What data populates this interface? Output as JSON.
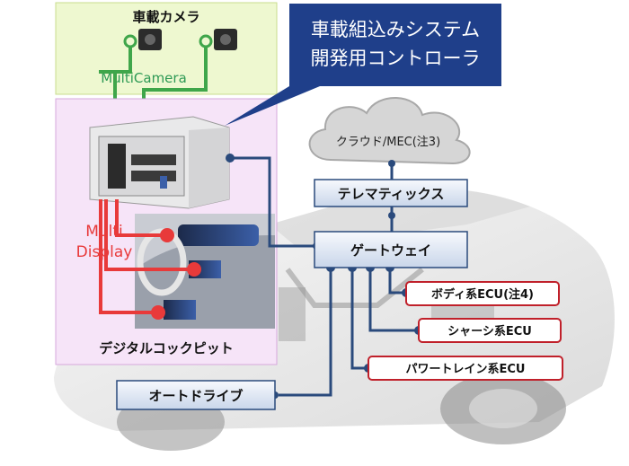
{
  "title_box": {
    "line1": "車載組込みシステム",
    "line2": "開発用コントローラ"
  },
  "camera_panel": {
    "title": "車載カメラ",
    "link_label": "MultiCamera"
  },
  "cockpit_panel": {
    "title": "デジタルコックピット",
    "display_label_1": "Multi",
    "display_label_2": "Display"
  },
  "network": {
    "cloud": "クラウド/MEC(注3)",
    "telematics": "テレマティックス",
    "gateway": "ゲートウェイ",
    "autodrive": "オートドライブ"
  },
  "ecus": [
    {
      "label": "ボディ系ECU(注4)"
    },
    {
      "label": "シャーシ系ECU"
    },
    {
      "label": "パワートレイン系ECU"
    }
  ],
  "colors": {
    "camera_panel_bg": "#eef8d0",
    "cockpit_panel_bg": "#f6e4f8",
    "title_box_bg": "#1f3f8a",
    "network_line": "#2a4a7c",
    "camera_line": "#3fa64a",
    "display_line": "#e83a3a",
    "ecu_border": "#c0202a"
  }
}
